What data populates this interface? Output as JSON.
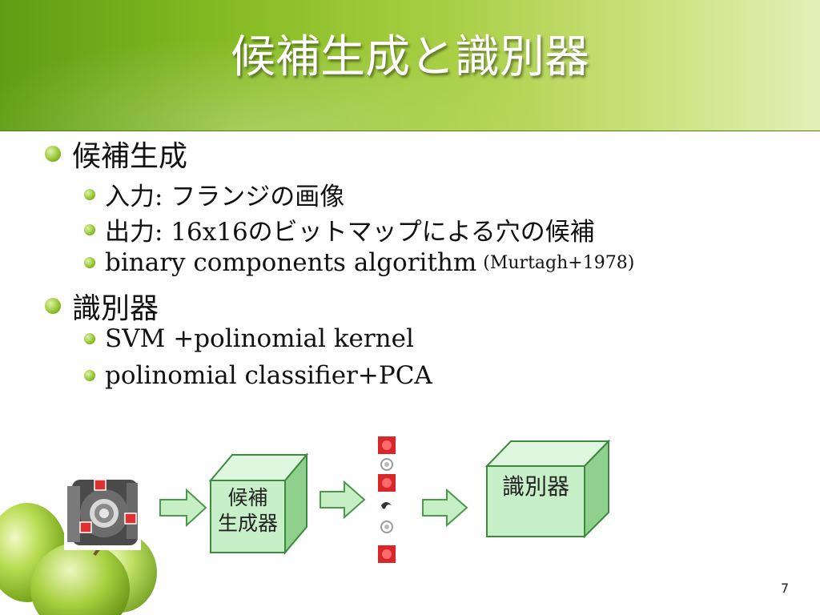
{
  "slide": {
    "title": "候補生成と識別器",
    "page_number": "7"
  },
  "bullets": {
    "b1": {
      "text": "候補生成",
      "sub1": "入力: フランジの画像",
      "sub2": "出力: 16x16のビットマップによる穴の候補",
      "sub3": "binary components algorithm",
      "sub3_citation": "(Murtagh+1978)"
    },
    "b2": {
      "text": "識別器",
      "sub1": "SVM +polinomial kernel",
      "sub2": "polinomial classifier+PCA"
    }
  },
  "diagram": {
    "generator_label_line1": "候補",
    "generator_label_line2": "生成器",
    "classifier_label": "識別器",
    "colors": {
      "cube_face": "#c8f0c8",
      "cube_edge": "#3c8a3c",
      "arrow_fill": "#c6efc6",
      "arrow_stroke": "#4a9a4a",
      "candidate_red": "#d8262a",
      "theme_green": "#8fc22b"
    },
    "candidates": [
      "red-hole",
      "grey-ring",
      "red-hole",
      "dark-crescent",
      "grey-ring",
      "red-hole"
    ]
  }
}
